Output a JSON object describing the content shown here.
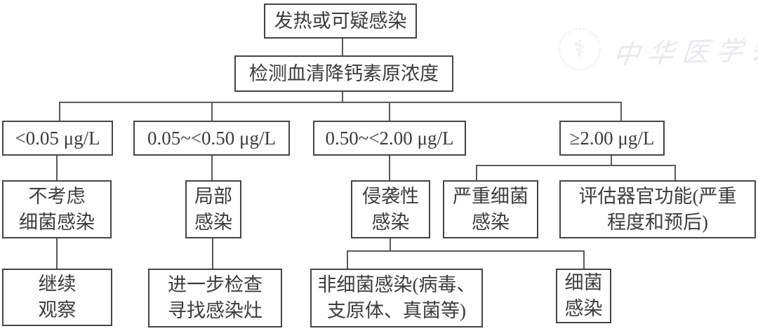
{
  "colors": {
    "background": "#ffffff",
    "box_border": "#454545",
    "connector_line": "#5a5a5a",
    "text": "#3c3c3c",
    "watermark": "#c5c8d2"
  },
  "watermark": {
    "org_name": "中华医学会",
    "emblem_icon": "snake-and-staff-medical-emblem",
    "emblem_glyph": "⚕"
  },
  "flowchart": {
    "start": {
      "id": "start",
      "label": "发热或可疑感染"
    },
    "test": {
      "id": "test",
      "label": "检测血清降钙素原浓度"
    },
    "ranges": [
      {
        "id": "pct_lt_005",
        "label": "<0.05 μg/L"
      },
      {
        "id": "pct_005_050",
        "label": "0.05~<0.50 μg/L"
      },
      {
        "id": "pct_050_200",
        "label": "0.50~<2.00 μg/L"
      },
      {
        "id": "pct_ge_200",
        "label": "≥2.00 μg/L"
      }
    ],
    "interpretations": [
      {
        "id": "no_bacterial",
        "label": "不考虑\n细菌感染"
      },
      {
        "id": "local_infection",
        "label": "局部\n感染"
      },
      {
        "id": "invasive_infection",
        "label": "侵袭性\n感染"
      },
      {
        "id": "severe_bacterial",
        "label": "严重细菌\n感染"
      },
      {
        "id": "assess_organ",
        "label": "评估器官功能(严重\n程度和预后)"
      }
    ],
    "actions": [
      {
        "id": "continue_observe",
        "label": "继续\n观察"
      },
      {
        "id": "further_exam",
        "label": "进一步检查\n寻找感染灶"
      },
      {
        "id": "non_bacterial",
        "label": "非细菌感染(病毒、\n支原体、真菌等)"
      },
      {
        "id": "bacterial",
        "label": "细菌\n感染"
      }
    ],
    "edges": [
      "start>test",
      "test>pct_lt_005",
      "test>pct_005_050",
      "test>pct_050_200",
      "test>pct_ge_200",
      "pct_lt_005>no_bacterial",
      "pct_005_050>local_infection",
      "pct_050_200>invasive_infection",
      "pct_ge_200>severe_bacterial",
      "pct_ge_200>assess_organ",
      "no_bacterial>continue_observe",
      "local_infection>further_exam",
      "invasive_infection>non_bacterial",
      "invasive_infection>bacterial"
    ]
  }
}
